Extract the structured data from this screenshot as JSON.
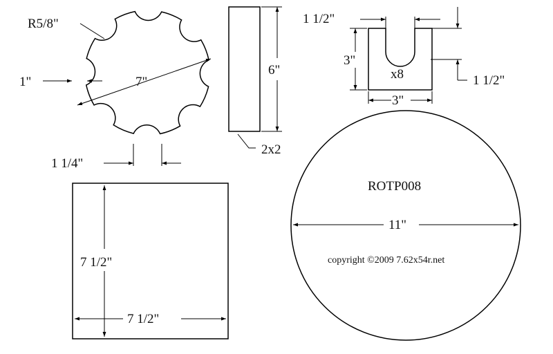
{
  "star_wheel": {
    "notch_radius": "R5/8\"",
    "notch_depth": "1\"",
    "diameter": "7\"",
    "notch_width": "1 1/4\""
  },
  "post": {
    "height": "6\"",
    "stock": "2x2"
  },
  "holder": {
    "total_height": "3\"",
    "notch_depth_top": "1 1/2\"",
    "notch_depth_side": "1 1/2\"",
    "width": "3\"",
    "quantity": "x8"
  },
  "base_square": {
    "height": "7 1/2\"",
    "width": "7 1/2\""
  },
  "round_top": {
    "part_id": "ROTP008",
    "diameter": "11\"",
    "copyright": "copyright ©2009 7.62x54r.net"
  }
}
